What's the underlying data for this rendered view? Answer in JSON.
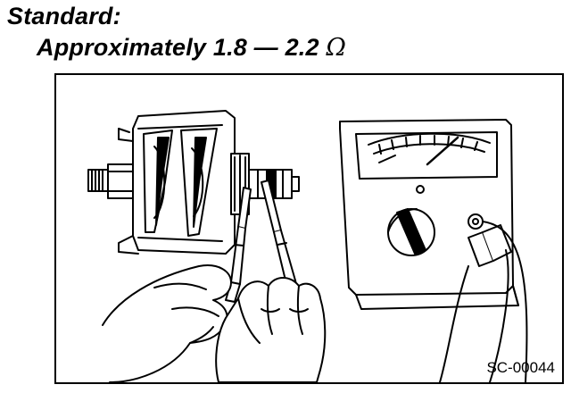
{
  "header": {
    "title": "Standard:",
    "spec_value": "Approximately 1.8 — 2.2",
    "spec_unit": "Ω"
  },
  "figure": {
    "code": "SC-00044",
    "icons": [
      "rotor-illustration-icon",
      "multimeter-icon",
      "hands-with-probes-icon"
    ]
  }
}
